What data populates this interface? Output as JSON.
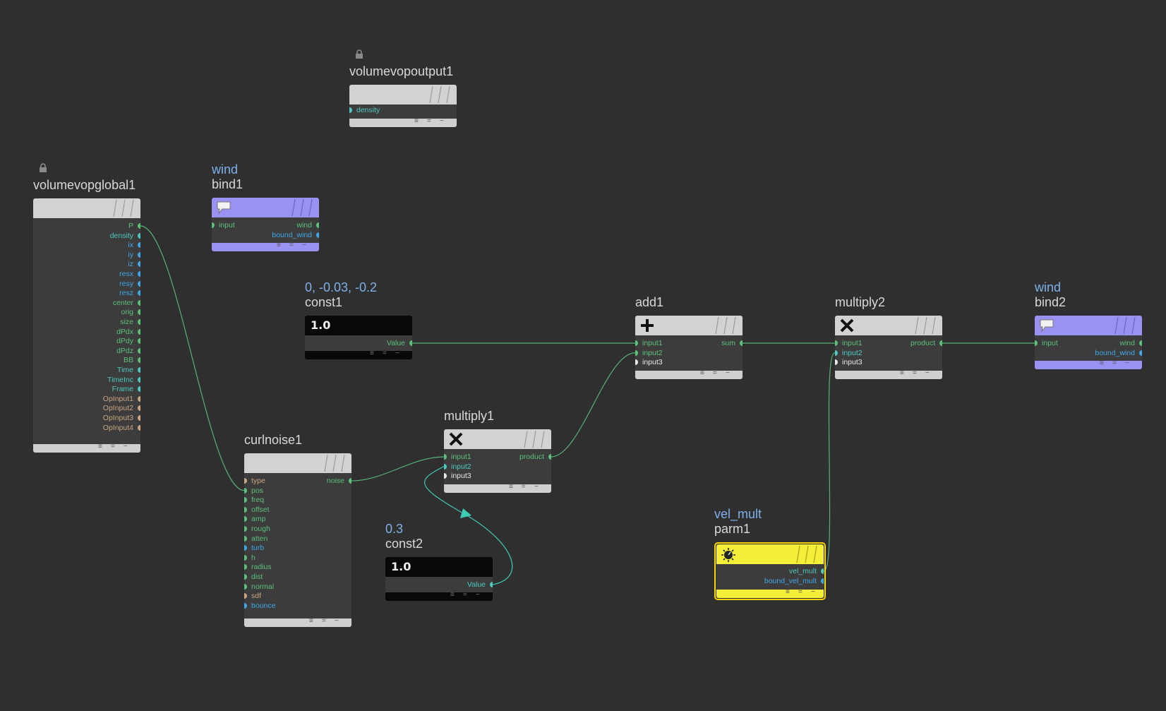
{
  "colors": {
    "background": "#2f2f2f",
    "wire": "#57b07a",
    "wire_selected": "#3ecbb5",
    "port_green": "#5cc07a",
    "port_blue": "#3fa7e8",
    "port_teal": "#4ec8c0",
    "port_tan": "#c9a582",
    "port_white": "#e8e8e8",
    "bind_purple": "#9a92f2",
    "parm_yellow": "#f5ef3a",
    "hint_text": "#7fb0ea"
  },
  "footer_icons": [
    "≡",
    "=",
    "−"
  ],
  "nodes": {
    "volumevopoutput1": {
      "title": "volumevopoutput1",
      "icon": "lock-icon",
      "inputs": [
        {
          "label": "density",
          "color": "teal"
        }
      ],
      "outputs": []
    },
    "volumevopglobal1": {
      "title": "volumevopglobal1",
      "icon": "lock-icon",
      "inputs": [],
      "outputs": [
        {
          "label": "P",
          "color": "green"
        },
        {
          "label": "density",
          "color": "teal"
        },
        {
          "label": "ix",
          "color": "blue"
        },
        {
          "label": "iy",
          "color": "blue"
        },
        {
          "label": "iz",
          "color": "blue"
        },
        {
          "label": "resx",
          "color": "blue"
        },
        {
          "label": "resy",
          "color": "blue"
        },
        {
          "label": "resz",
          "color": "blue"
        },
        {
          "label": "center",
          "color": "green"
        },
        {
          "label": "orig",
          "color": "green"
        },
        {
          "label": "size",
          "color": "green"
        },
        {
          "label": "dPdx",
          "color": "green"
        },
        {
          "label": "dPdy",
          "color": "green"
        },
        {
          "label": "dPdz",
          "color": "green"
        },
        {
          "label": "BB",
          "color": "green"
        },
        {
          "label": "Time",
          "color": "teal"
        },
        {
          "label": "TimeInc",
          "color": "teal"
        },
        {
          "label": "Frame",
          "color": "teal"
        },
        {
          "label": "OpInput1",
          "color": "tan"
        },
        {
          "label": "OpInput2",
          "color": "tan"
        },
        {
          "label": "OpInput3",
          "color": "tan"
        },
        {
          "label": "OpInput4",
          "color": "tan"
        }
      ]
    },
    "bind1": {
      "hint": "wind",
      "title": "bind1",
      "icon": "speech-bubble-icon",
      "inputs": [
        {
          "label": "input",
          "color": "green"
        }
      ],
      "outputs": [
        {
          "label": "wind",
          "color": "green"
        },
        {
          "label": "bound_wind",
          "color": "blue"
        }
      ]
    },
    "const1": {
      "hint": "0, -0.03, -0.2",
      "title": "const1",
      "badge": "1.0",
      "inputs": [],
      "outputs": [
        {
          "label": "Value",
          "color": "green"
        }
      ]
    },
    "add1": {
      "title": "add1",
      "icon": "plus-icon",
      "inputs": [
        {
          "label": "input1",
          "color": "green"
        },
        {
          "label": "input2",
          "color": "green"
        },
        {
          "label": "input3",
          "color": "white"
        }
      ],
      "outputs": [
        {
          "label": "sum",
          "color": "green"
        }
      ]
    },
    "multiply2": {
      "title": "multiply2",
      "icon": "multiply-icon",
      "inputs": [
        {
          "label": "input1",
          "color": "green"
        },
        {
          "label": "input2",
          "color": "teal"
        },
        {
          "label": "input3",
          "color": "white"
        }
      ],
      "outputs": [
        {
          "label": "product",
          "color": "green"
        }
      ]
    },
    "bind2": {
      "hint": "wind",
      "title": "bind2",
      "icon": "speech-bubble-icon",
      "inputs": [
        {
          "label": "input",
          "color": "green"
        }
      ],
      "outputs": [
        {
          "label": "wind",
          "color": "green"
        },
        {
          "label": "bound_wind",
          "color": "blue"
        }
      ]
    },
    "multiply1": {
      "title": "multiply1",
      "icon": "multiply-icon",
      "inputs": [
        {
          "label": "input1",
          "color": "green"
        },
        {
          "label": "input2",
          "color": "teal"
        },
        {
          "label": "input3",
          "color": "white"
        }
      ],
      "outputs": [
        {
          "label": "product",
          "color": "green"
        }
      ]
    },
    "curlnoise1": {
      "title": "curlnoise1",
      "inputs": [
        {
          "label": "type",
          "color": "tan"
        },
        {
          "label": "pos",
          "color": "green"
        },
        {
          "label": "freq",
          "color": "green"
        },
        {
          "label": "offset",
          "color": "green"
        },
        {
          "label": "amp",
          "color": "green"
        },
        {
          "label": "rough",
          "color": "green"
        },
        {
          "label": "atten",
          "color": "green"
        },
        {
          "label": "turb",
          "color": "blue"
        },
        {
          "label": "h",
          "color": "green"
        },
        {
          "label": "radius",
          "color": "green"
        },
        {
          "label": "dist",
          "color": "green"
        },
        {
          "label": "normal",
          "color": "green"
        },
        {
          "label": "sdf",
          "color": "tan"
        },
        {
          "label": "bounce",
          "color": "blue"
        }
      ],
      "outputs": [
        {
          "label": "noise",
          "color": "green"
        }
      ]
    },
    "const2": {
      "hint": "0.3",
      "title": "const2",
      "badge": "1.0",
      "inputs": [],
      "outputs": [
        {
          "label": "Value",
          "color": "teal"
        }
      ]
    },
    "parm1": {
      "hint": "vel_mult",
      "title": "parm1",
      "icon": "knob-icon",
      "inputs": [],
      "outputs": [
        {
          "label": "vel_mult",
          "color": "teal"
        },
        {
          "label": "bound_vel_mult",
          "color": "blue"
        }
      ]
    }
  },
  "connections": [
    {
      "from": "volumevopglobal1.P",
      "to": "curlnoise1.pos"
    },
    {
      "from": "curlnoise1.noise",
      "to": "multiply1.input1"
    },
    {
      "from": "const2.Value",
      "to": "multiply1.input2"
    },
    {
      "from": "multiply1.product",
      "to": "add1.input2"
    },
    {
      "from": "const1.Value",
      "to": "add1.input1"
    },
    {
      "from": "add1.sum",
      "to": "multiply2.input1"
    },
    {
      "from": "parm1.vel_mult",
      "to": "multiply2.input2"
    },
    {
      "from": "multiply2.product",
      "to": "bind2.input"
    }
  ]
}
